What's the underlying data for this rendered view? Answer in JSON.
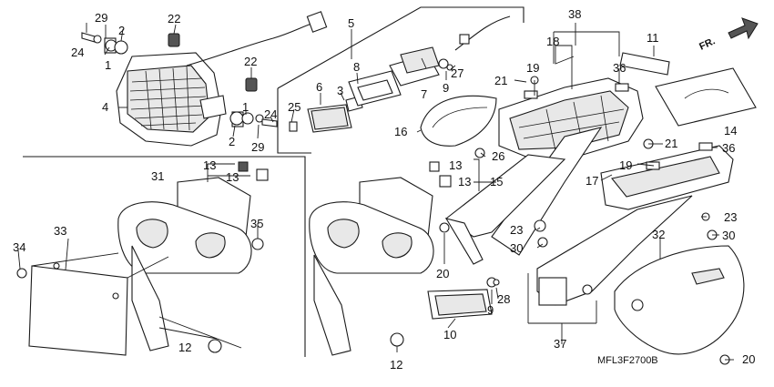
{
  "diagram": {
    "diagram_code": "MFL3F2700B",
    "front_indicator": "FR.",
    "callouts": [
      "1",
      "2",
      "3",
      "4",
      "5",
      "6",
      "7",
      "8",
      "9",
      "10",
      "11",
      "12",
      "13",
      "14",
      "15",
      "16",
      "17",
      "18",
      "19",
      "20",
      "21",
      "22",
      "23",
      "24",
      "25",
      "26",
      "27",
      "28",
      "29",
      "30",
      "31",
      "32",
      "33",
      "34",
      "35",
      "36",
      "37",
      "38"
    ]
  }
}
